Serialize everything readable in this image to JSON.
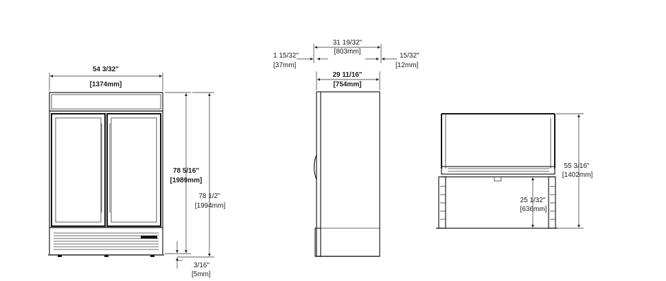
{
  "front_view": {
    "width_in": "54 3/32\"",
    "width_mm": "[1374mm]",
    "height_in": "78 5/16\"",
    "height_mm": "[1989mm]",
    "overall_height_in": "78 1/2\"",
    "overall_height_mm": "[1994mm]",
    "foot_in": "3/16\"",
    "foot_mm": "[5mm]"
  },
  "side_view": {
    "overall_depth_in": "31 19/32\"",
    "overall_depth_mm": "[803mm]",
    "front_offset_in": "1 15/32\"",
    "front_offset_mm": "[37mm]",
    "rear_offset_in": "15/32\"",
    "rear_offset_mm": "[12mm]",
    "cabinet_depth_in": "29 11/16\"",
    "cabinet_depth_mm": "[754mm]"
  },
  "door_swing_view": {
    "height_in": "55 3/16\"",
    "height_mm": "[1402mm]",
    "clearance_in": "25 1/32\"",
    "clearance_mm": "[636mm]"
  }
}
